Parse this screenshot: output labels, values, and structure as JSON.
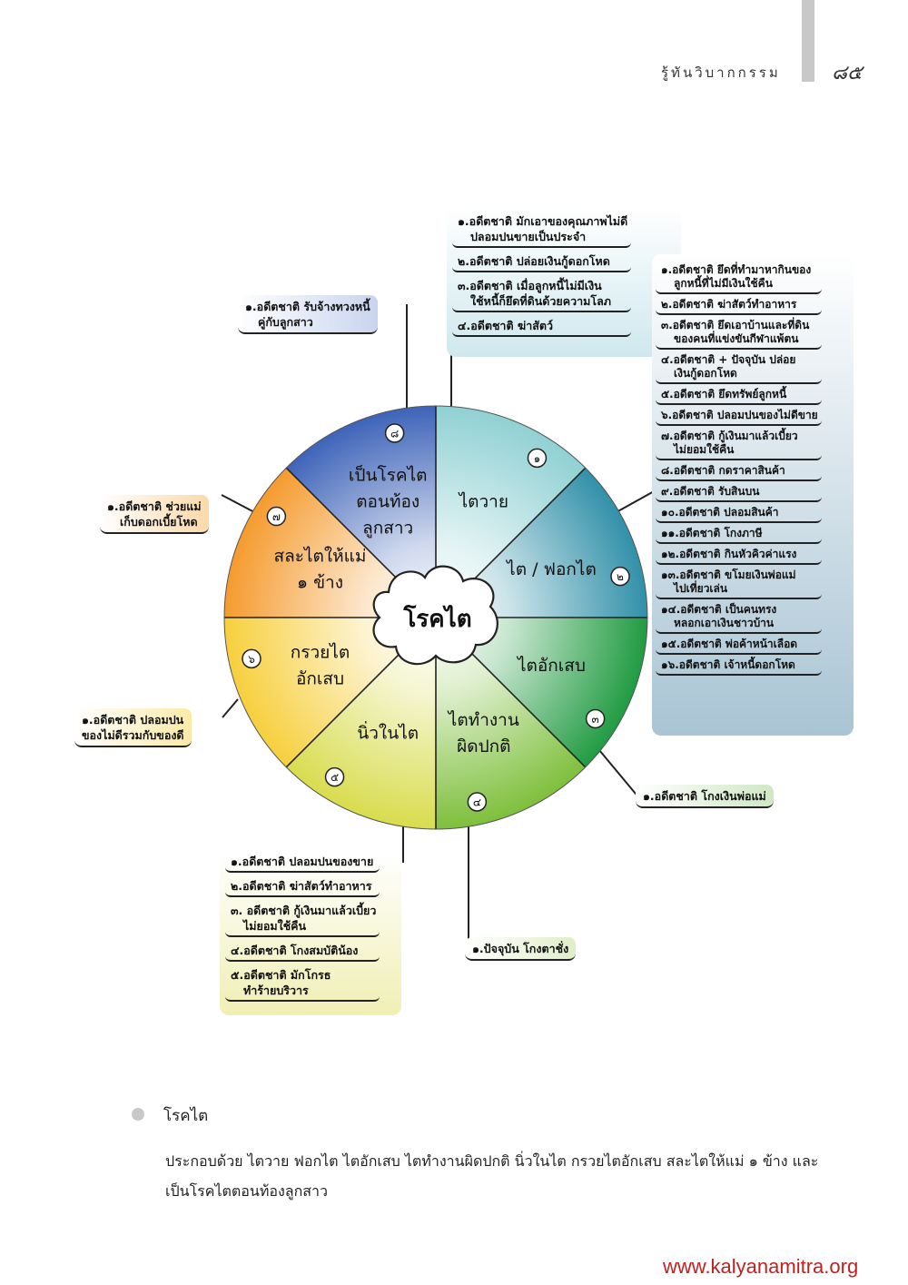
{
  "header": {
    "title": "รู้ทันวิบากกรรม",
    "page": "๘๕"
  },
  "wheel": {
    "center": "โรคไต",
    "segments": [
      {
        "num": "๑",
        "lines": [
          "ไตวาย"
        ]
      },
      {
        "num": "๒",
        "lines": [
          "ไต / ฟอกไต"
        ]
      },
      {
        "num": "๓",
        "lines": [
          "ไตอักเสบ"
        ]
      },
      {
        "num": "๔",
        "lines": [
          "ไตทำงาน",
          "ผิดปกติ"
        ]
      },
      {
        "num": "๕",
        "lines": [
          "นิ่วในไต"
        ]
      },
      {
        "num": "๖",
        "lines": [
          "กรวยไต",
          "อักเสบ"
        ]
      },
      {
        "num": "๗",
        "lines": [
          "สละไตให้แม่",
          "๑ ข้าง"
        ]
      },
      {
        "num": "๘",
        "lines": [
          "เป็นโรคไต",
          "ตอนท้อง",
          "ลูกสาว"
        ]
      }
    ]
  },
  "causes": {
    "top": [
      {
        "l1": "๑.อดีตชาติ มักเอาของคุณภาพไม่ดี",
        "l2": "ปลอมปนขายเป็นประจำ"
      },
      {
        "l1": "๒.อดีตชาติ ปล่อยเงินกู้ดอกโหด",
        "l2": ""
      },
      {
        "l1": "๓.อดีตชาติ เมื่อลูกหนี้ไม่มีเงิน",
        "l2": "ใช้หนี้ก็ยึดที่ดินด้วยความโลภ"
      },
      {
        "l1": "๔.อดีตชาติ ฆ่าสัตว์",
        "l2": ""
      }
    ],
    "right": [
      {
        "l1": "๑.อดีตชาติ ยึดที่ทำมาหากินของ",
        "l2": "ลูกหนี้ที่ไม่มีเงินใช้คืน"
      },
      {
        "l1": "๒.อดีตชาติ ฆ่าสัตว์ทำอาหาร",
        "l2": ""
      },
      {
        "l1": "๓.อดีตชาติ ยึดเอาบ้านและที่ดิน",
        "l2": "ของคนที่แข่งขันกีฬาแพ้ตน"
      },
      {
        "l1": "๔.อดีตชาติ + ปัจจุบัน ปล่อย",
        "l2": "เงินกู้ดอกโหด"
      },
      {
        "l1": "๕.อดีตชาติ ยึดทรัพย์ลูกหนี้",
        "l2": ""
      },
      {
        "l1": "๖.อดีตชาติ ปลอมปนของไม่ดีขาย",
        "l2": ""
      },
      {
        "l1": "๗.อดีตชาติ กู้เงินมาแล้วเบี้ยว",
        "l2": "ไม่ยอมใช้คืน"
      },
      {
        "l1": "๘.อดีตชาติ กดราคาสินค้า",
        "l2": ""
      },
      {
        "l1": "๙.อดีตชาติ รับสินบน",
        "l2": ""
      },
      {
        "l1": "๑๐.อดีตชาติ ปลอมสินค้า",
        "l2": ""
      },
      {
        "l1": "๑๑.อดีตชาติ โกงภาษี",
        "l2": ""
      },
      {
        "l1": "๑๒.อดีตชาติ กินหัวคิวค่าแรง",
        "l2": ""
      },
      {
        "l1": "๑๓.อดีตชาติ ขโมยเงินพ่อแม่",
        "l2": "ไปเที่ยวเล่น"
      },
      {
        "l1": "๑๔.อดีตชาติ เป็นคนทรง",
        "l2": "หลอกเอาเงินชาวบ้าน"
      },
      {
        "l1": "๑๕.อดีตชาติ พ่อค้าหน้าเลือด",
        "l2": ""
      },
      {
        "l1": "๑๖.อดีตชาติ เจ้าหนี้ดอกโหด",
        "l2": ""
      }
    ],
    "seg3": {
      "l1": "๑.อดีตชาติ โกงเงินพ่อแม่",
      "l2": ""
    },
    "seg4": {
      "l1": "๑.ปัจจุบัน โกงตาชั่ง",
      "l2": ""
    },
    "seg5": [
      {
        "l1": "๑.อดีตชาติ ปลอมปนของขาย",
        "l2": ""
      },
      {
        "l1": "๒.อดีตชาติ ฆ่าสัตว์ทำอาหาร",
        "l2": ""
      },
      {
        "l1": "๓. อดีตชาติ กู้เงินมาแล้วเบี้ยว",
        "l2": "ไม่ยอมใช้คืน"
      },
      {
        "l1": "๔.อดีตชาติ โกงสมบัติน้อง",
        "l2": ""
      },
      {
        "l1": "๕.อดีตชาติ มักโกรธ",
        "l2": "ทำร้ายบริวาร"
      }
    ],
    "seg6": {
      "l1": "๑.อดีตชาติ ปลอมปน",
      "l2": "ของไม่ดีรวมกับของดี"
    },
    "seg7": {
      "l1": "๑.อดีตชาติ ช่วยแม่",
      "l2": "เก็บดอกเบี้ยโหด"
    },
    "seg8": {
      "l1": "๑.อดีตชาติ รับจ้างทวงหนี้",
      "l2": "คู่กับลูกสาว"
    }
  },
  "section": {
    "title": "โรคไต",
    "body": "ประกอบด้วย ไตวาย ฟอกไต ไตอักเสบ ไตทำงานผิดปกติ นิ่วในไต กรวยไตอักเสบ สละไตให้แม่ ๑ ข้าง และเป็นโรคไตตอนท้องลูกสาว"
  },
  "footer": {
    "url": "www.kalyanamitra.org"
  },
  "colors": {
    "seg1": "#8fd0d3",
    "seg2": "#2f8fa8",
    "seg3": "#1f9a40",
    "seg4": "#7dbf3a",
    "seg5": "#d8dc4c",
    "seg6": "#f7cf3c",
    "seg7": "#f59a2c",
    "seg8": "#3c62b8",
    "url": "#c0221f"
  }
}
